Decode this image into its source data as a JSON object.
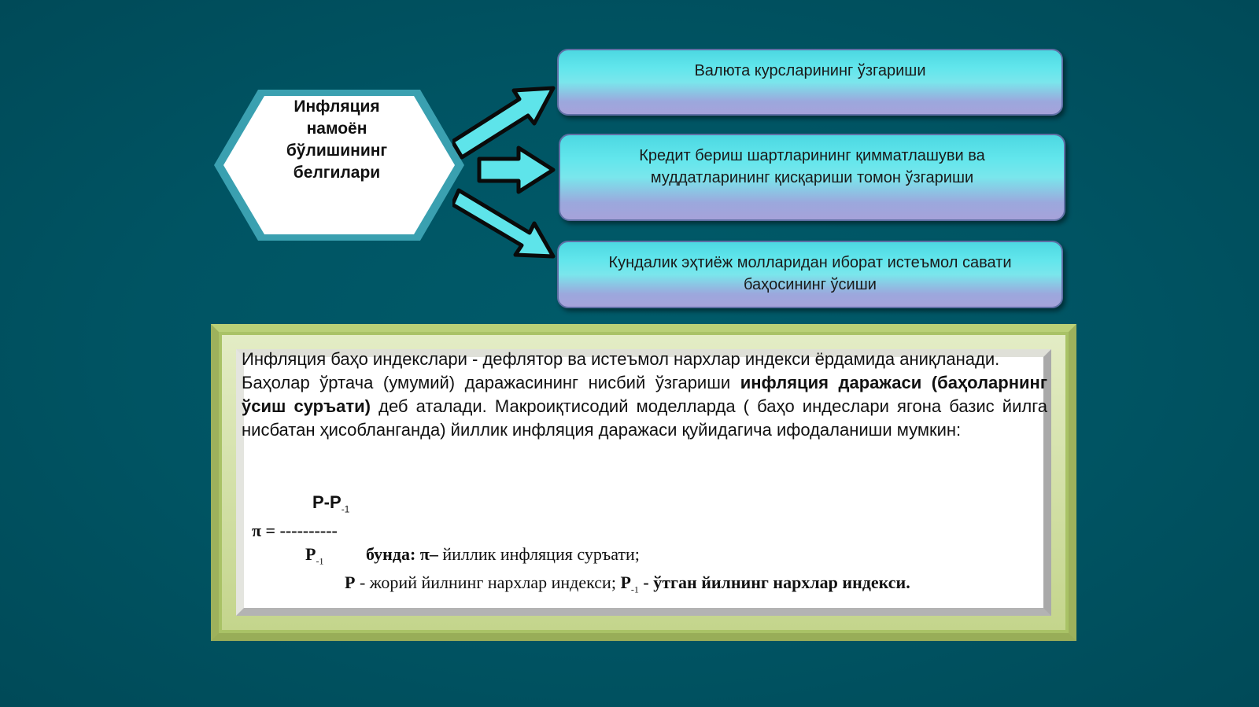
{
  "hexagon": {
    "title_lines": [
      "Инфляция",
      "намоён",
      "бўлишининг",
      "белгилари"
    ]
  },
  "boxes": {
    "box1": "Валюта курсларининг ўзгариши",
    "box2_line1": "Кредит бериш шартларининг қимматлашуви ва",
    "box2_line2": "муддатларининг қисқариши томон ўзгариши",
    "box3_line1": "Кундалик эҳтиёж молларидан иборат истеъмол савати",
    "box3_line2": "баҳосининг ўсиши"
  },
  "text": {
    "para1": "Инфляция  баҳо индекслари - дефлятор ва истеъмол нархлар индекси ёрдамида аниқланади.",
    "para2_start": "Баҳолар  ўртача (умумий) даражасининг  нисбий ўзгариши ",
    "para2_bold": "инфляция даражаси (баҳоларнинг  ўсиш суръати)",
    "para2_end": "  деб аталади.  Макроиқтисодий моделларда ( баҳо индеслари ягона базис йилга нисбатан ҳисобланганда) йиллик инфляция даражаси қуйидагича ифодаланиши мумкин:"
  },
  "formula": {
    "numerator_p": "P-P",
    "sub": "-1",
    "pi_eq": "π = ----------",
    "denominator_p": "P",
    "bunda": "бунда:  π–",
    "pi_desc": "  йиллик инфляция суръати;",
    "p_label": "Р",
    "p_desc": " - жорий йилнинг нархлар индекси;  ",
    "p1_label": "P",
    "p1_desc": " - ўтган йилнинг нархлар индекси."
  },
  "colors": {
    "background": "#005867",
    "accent_cyan": "#5ee4ea",
    "frame_green": "#a9c266"
  }
}
